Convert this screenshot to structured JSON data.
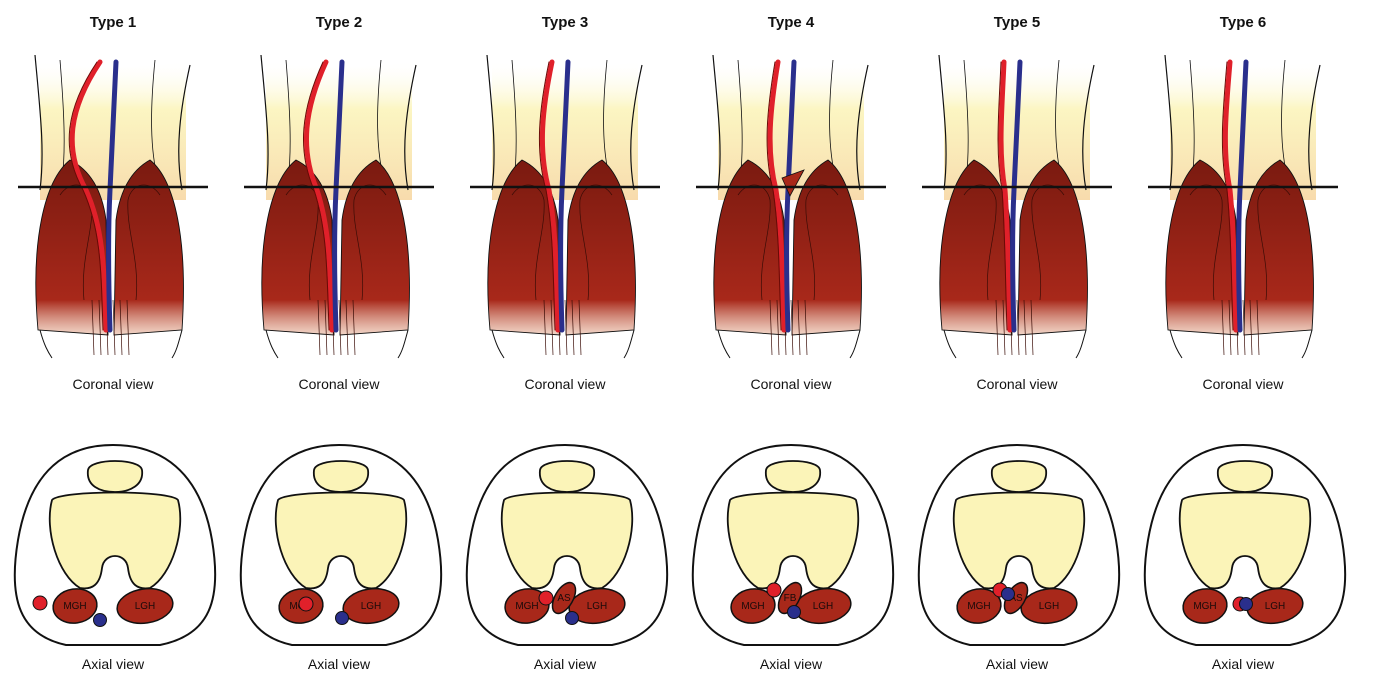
{
  "types": [
    {
      "title": "Type 1",
      "coronal_label": "Coronal view",
      "axial_label": "Axial view",
      "axial_muscles": [
        "MGH",
        "LGH"
      ],
      "variant": 1
    },
    {
      "title": "Type 2",
      "coronal_label": "Coronal view",
      "axial_label": "Axial view",
      "axial_muscles": [
        "MGH",
        "LGH"
      ],
      "variant": 2
    },
    {
      "title": "Type 3",
      "coronal_label": "Coronal view",
      "axial_label": "Axial view",
      "axial_muscles": [
        "MGH",
        "AS",
        "LGH"
      ],
      "variant": 3
    },
    {
      "title": "Type 4",
      "coronal_label": "Coronal view",
      "axial_label": "Axial view",
      "axial_muscles": [
        "MGH",
        "FB",
        "LGH"
      ],
      "variant": 4
    },
    {
      "title": "Type 5",
      "coronal_label": "Coronal view",
      "axial_label": "Axial view",
      "axial_muscles": [
        "MGH",
        "AS",
        "LGH"
      ],
      "variant": 5
    },
    {
      "title": "Type 6",
      "coronal_label": "Coronal view",
      "axial_label": "Axial view",
      "axial_muscles": [
        "MGH",
        "LGH"
      ],
      "variant": 6
    }
  ],
  "colors": {
    "muscle": "#a8281a",
    "muscle_dark": "#7a1a10",
    "artery": "#e0202a",
    "vein": "#2a2f8c",
    "bone": "#fbf4b8",
    "skin_glow": "#f7d9a8",
    "outline": "#111111"
  }
}
